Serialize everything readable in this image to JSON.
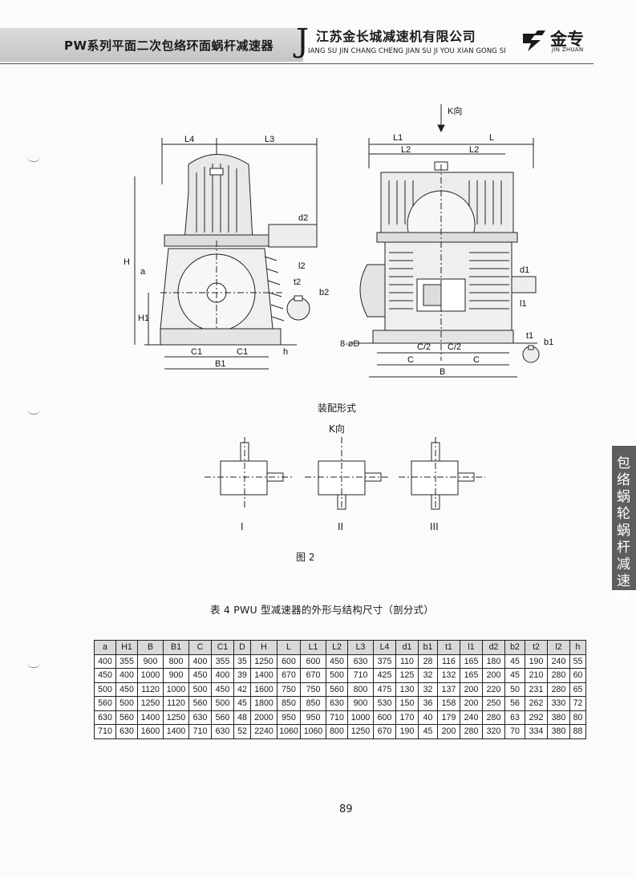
{
  "header": {
    "series_title": "PW系列平面二次包络环面蜗杆减速器",
    "j_letter": "J",
    "company": "江苏金长城减速机有限公司",
    "company_pinyin": "IANG SU JIN CHANG CHENG JIAN SU JI YOU XIAN GONG SI",
    "brand": "金专",
    "brand_en": "JIN ZHUAN"
  },
  "side_tab": {
    "text": "包络蜗轮蜗杆减速器"
  },
  "drawing": {
    "k_direction": "K向",
    "labels": {
      "L4": "L4",
      "L3": "L3",
      "L1": "L1",
      "L": "L",
      "L2": "L2",
      "H": "H",
      "a": "a",
      "H1": "H1",
      "d2": "d2",
      "l2": "l2",
      "t2": "t2",
      "b2": "b2",
      "C1": "C1",
      "B1": "B1",
      "h": "h",
      "d1": "d1",
      "l1": "l1",
      "t1": "t1",
      "b1": "b1",
      "holes": "8-øD",
      "C_half": "C/2",
      "C": "C",
      "B": "B"
    }
  },
  "assembly": {
    "title": "装配形式",
    "k_direction": "K向",
    "forms": [
      "I",
      "II",
      "III"
    ]
  },
  "figure_label": "图 2",
  "table": {
    "caption": "表 4   PWU 型减速器的外形与结构尺寸（剖分式）",
    "headers": [
      "a",
      "H1",
      "B",
      "B1",
      "C",
      "C1",
      "D",
      "H",
      "L",
      "L1",
      "L2",
      "L3",
      "L4",
      "d1",
      "b1",
      "t1",
      "l1",
      "d2",
      "b2",
      "t2",
      "l2",
      "h"
    ],
    "rows": [
      [
        "400",
        "355",
        "900",
        "800",
        "400",
        "355",
        "35",
        "1250",
        "600",
        "600",
        "450",
        "630",
        "375",
        "110",
        "28",
        "116",
        "165",
        "180",
        "45",
        "190",
        "240",
        "55"
      ],
      [
        "450",
        "400",
        "1000",
        "900",
        "450",
        "400",
        "39",
        "1400",
        "670",
        "670",
        "500",
        "710",
        "425",
        "125",
        "32",
        "132",
        "165",
        "200",
        "45",
        "210",
        "280",
        "60"
      ],
      [
        "500",
        "450",
        "1120",
        "1000",
        "500",
        "450",
        "42",
        "1600",
        "750",
        "750",
        "560",
        "800",
        "475",
        "130",
        "32",
        "137",
        "200",
        "220",
        "50",
        "231",
        "280",
        "65"
      ],
      [
        "560",
        "500",
        "1250",
        "1120",
        "560",
        "500",
        "45",
        "1800",
        "850",
        "850",
        "630",
        "900",
        "530",
        "150",
        "36",
        "158",
        "200",
        "250",
        "56",
        "262",
        "330",
        "72"
      ],
      [
        "630",
        "560",
        "1400",
        "1250",
        "630",
        "560",
        "48",
        "2000",
        "950",
        "950",
        "710",
        "1000",
        "600",
        "170",
        "40",
        "179",
        "240",
        "280",
        "63",
        "292",
        "380",
        "80"
      ],
      [
        "710",
        "630",
        "1600",
        "1400",
        "710",
        "630",
        "52",
        "2240",
        "1060",
        "1060",
        "800",
        "1250",
        "670",
        "190",
        "45",
        "200",
        "280",
        "320",
        "70",
        "334",
        "380",
        "88"
      ]
    ]
  },
  "page_number": "89"
}
